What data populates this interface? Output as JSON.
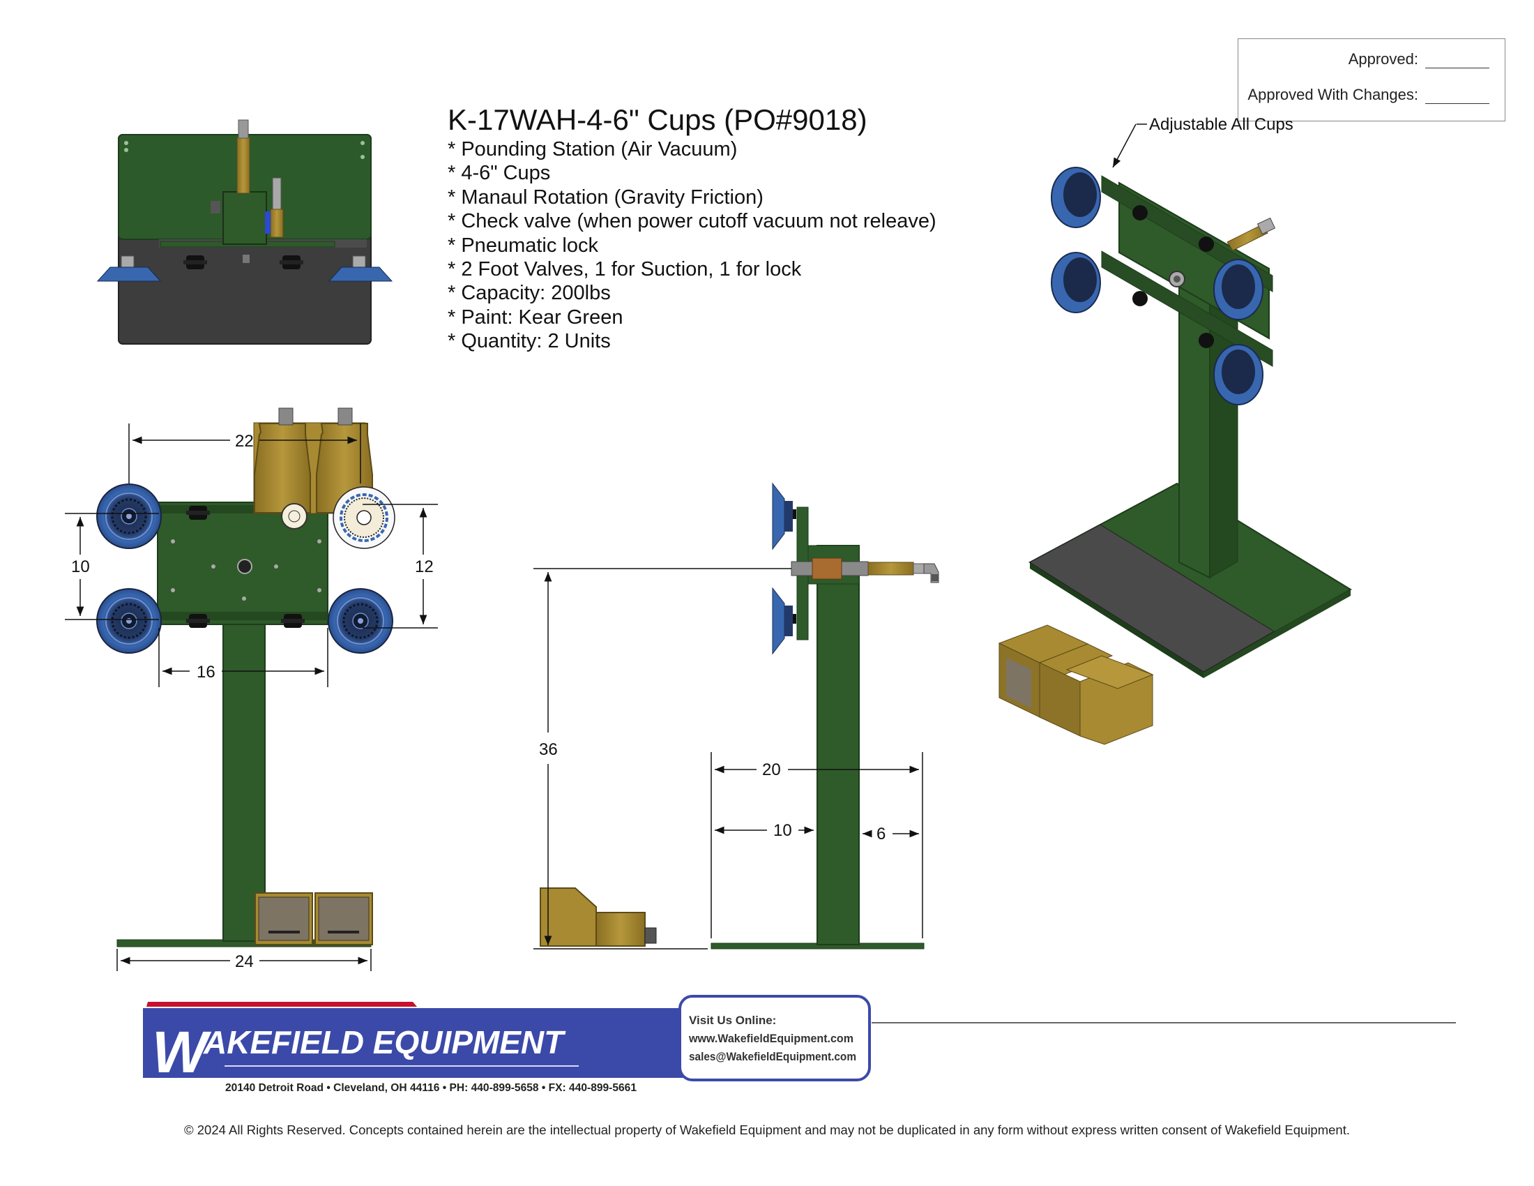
{
  "approval": {
    "approved_label": "Approved:",
    "approved_with_changes_label": "Approved With Changes:"
  },
  "title": "K-17WAH-4-6\" Cups (PO#9018)",
  "specs": [
    "* Pounding Station (Air Vacuum)",
    "* 4-6\" Cups",
    "* Manaul Rotation (Gravity Friction)",
    "* Check valve (when power cutoff vacuum not releave)",
    "* Pneumatic lock",
    "* 2 Foot Valves, 1 for Suction, 1 for lock",
    "* Capacity: 200lbs",
    "* Paint: Kear Green",
    "* Quantity: 2 Units"
  ],
  "callout": "Adjustable All Cups",
  "dimensions": {
    "cup_spacing_width": "22",
    "frame_height_left": "10",
    "frame_height_right": "12",
    "frame_width": "16",
    "base_width": "24",
    "overall_height": "36",
    "base_depth": "20",
    "front_offset": "10",
    "rear_offset": "6"
  },
  "logo": {
    "company": "AKEFIELD EQUIPMENT",
    "initial": "W",
    "address": "20140 Detroit Road • Cleveland, OH 44116 • PH: 440-899-5658 • FX: 440-899-5661",
    "visit_label": "Visit Us Online:",
    "website": "www.WakefieldEquipment.com",
    "email": "sales@WakefieldEquipment.com"
  },
  "copyright": "© 2024 All Rights Reserved. Concepts contained herein are the intellectual property of Wakefield Equipment and may not be duplicated in any form without express written consent of Wakefield Equipment.",
  "colors": {
    "frame_green": "#2f5a2a",
    "plate_dark": "#3d3d3d",
    "cup_blue": "#3867b0",
    "valve_gold": "#a88a32",
    "logo_blue": "#3b4aa8",
    "logo_red": "#c8102e"
  }
}
